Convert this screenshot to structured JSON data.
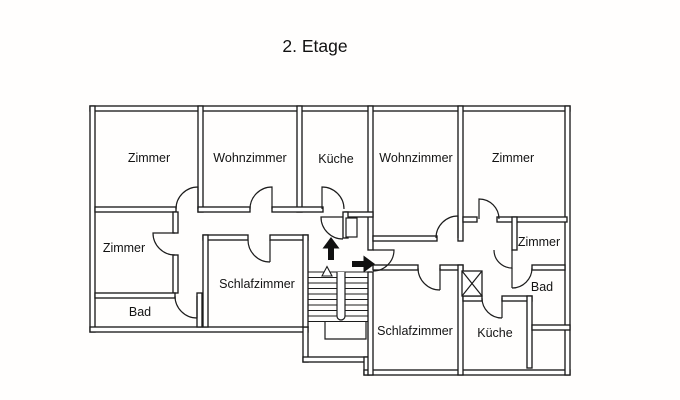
{
  "title": "2. Etage",
  "floor_plan": {
    "rooms": {
      "zimmer_top_left": "Zimmer",
      "wohnzimmer_left": "Wohnzimmer",
      "kueche_left": "Küche",
      "wohnzimmer_right": "Wohnzimmer",
      "zimmer_top_right": "Zimmer",
      "zimmer_mid_left": "Zimmer",
      "bad_left": "Bad",
      "schlafzimmer_left": "Schlafzimmer",
      "zimmer_mid_right": "Zimmer",
      "bad_right": "Bad",
      "schlafzimmer_right": "Schlafzimmer",
      "kueche_right": "Küche"
    },
    "icons": {
      "stairs_up_arrow": "arrow-up",
      "entrance_arrow": "arrow-right",
      "shaft_marker": "x-box",
      "stair_start_marker": "triangle-up"
    }
  }
}
